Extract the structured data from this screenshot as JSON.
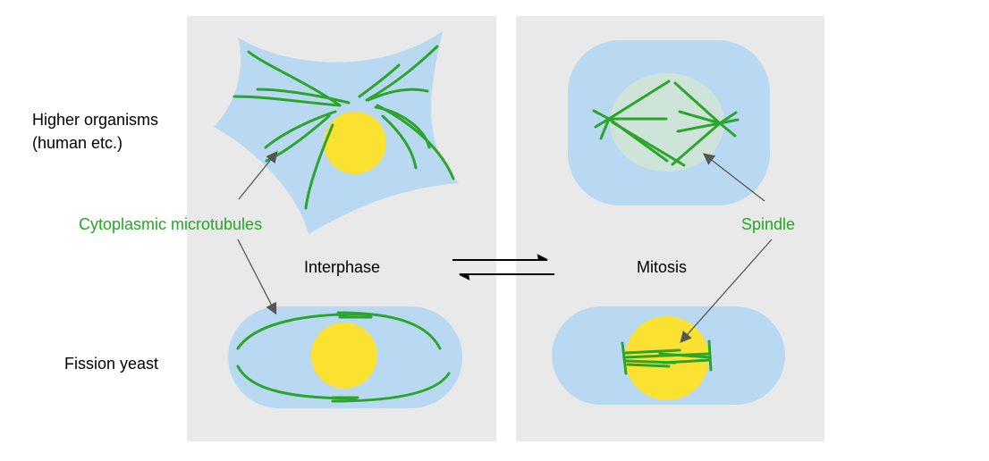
{
  "row_labels": {
    "higher_line1": "Higher organisms",
    "higher_line2": "(human etc.)",
    "yeast": "Fission yeast"
  },
  "phase_labels": {
    "interphase": "Interphase",
    "mitosis": "Mitosis"
  },
  "annotations": {
    "cytoplasmic": "Cytoplasmic microtubules",
    "spindle": "Spindle"
  },
  "colors": {
    "panel_bg": "#e9e9e9",
    "cytoplasm": "#b9d9f2",
    "nucleus": "#fbe130",
    "microtubule": "#2ca52c",
    "spindle_zone": "#cfe4d8",
    "label_green": "#22a822",
    "text": "#000000",
    "pointer": "#555555"
  }
}
